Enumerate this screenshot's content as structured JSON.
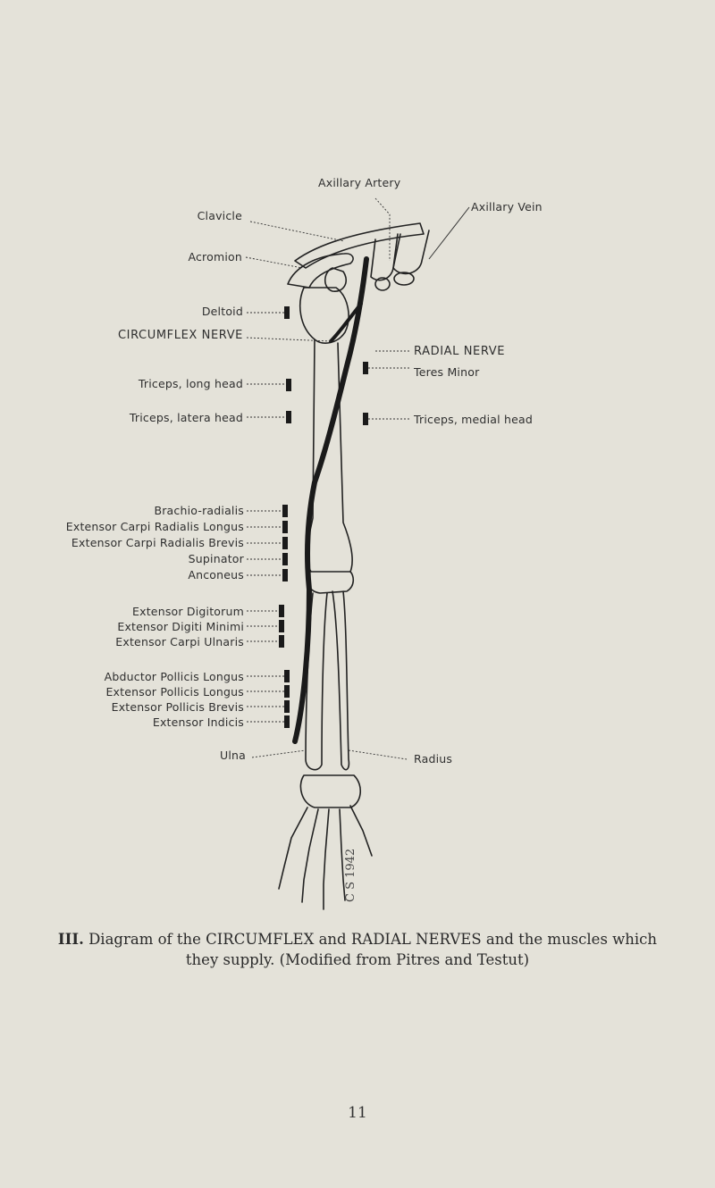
{
  "figure": {
    "labels": {
      "axillary_artery": "Axillary Artery",
      "axillary_vein": "Axillary Vein",
      "clavicle": "Clavicle",
      "acromion": "Acromion",
      "deltoid": "Deltoid",
      "circumflex_nerve": "CIRCUMFLEX NERVE",
      "radial_nerve": "RADIAL NERVE",
      "teres_minor": "Teres Minor",
      "triceps_long": "Triceps, long head",
      "triceps_lateral": "Triceps, latera  head",
      "triceps_medial": "Triceps, medial head",
      "brachioradialis": "Brachio-radialis",
      "ecr_longus": "Extensor Carpi Radialis Longus",
      "ecr_brevis": "Extensor Carpi Radialis Brevis",
      "supinator": "Supinator",
      "anconeus": "Anconeus",
      "ext_digitorum": "Extensor Digitorum",
      "ext_digiti_minimi": "Extensor Digiti Minimi",
      "ext_carpi_ulnaris": "Extensor Carpi Ulnaris",
      "abd_pollicis_longus": "Abductor Pollicis Longus",
      "ext_pollicis_longus": "Extensor Pollicis Longus",
      "ext_pollicis_brevis": "Extensor Pollicis Brevis",
      "ext_indicis": "Extensor Indicis",
      "ulna": "Ulna",
      "radius": "Radius"
    },
    "signature": "C S 1942"
  },
  "caption": {
    "number": "III.",
    "text": "Diagram of the CIRCUMFLEX and RADIAL NERVES and the muscles which they supply.  (Modified from Pitres and Testut)"
  },
  "page_number": "11",
  "colors": {
    "background": "#e4e2d9",
    "ink": "#1f1f1f"
  }
}
